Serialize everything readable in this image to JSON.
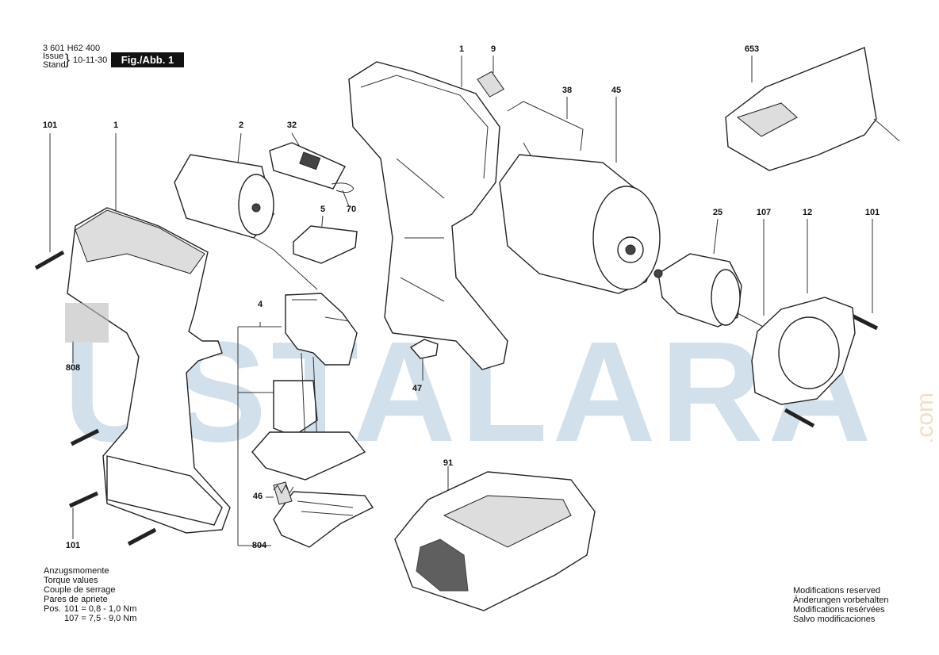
{
  "header": {
    "part_number": "3 601 H62 400",
    "issue_label": "Issue",
    "stand_label": "Stand",
    "date": "10-11-30",
    "figure": "Fig./Abb. 1"
  },
  "watermark": {
    "text": "USTALARA",
    "suffix": ".com"
  },
  "labels": {
    "l101a": "101",
    "l1a": "1",
    "l2": "2",
    "l32": "32",
    "l5": "5",
    "l70": "70",
    "l1b": "1",
    "l9": "9",
    "l38": "38",
    "l45": "45",
    "l653": "653",
    "l25": "25",
    "l107": "107",
    "l12": "12",
    "l101b": "101",
    "l808": "808",
    "l4": "4",
    "l47": "47",
    "l91": "91",
    "l46": "46",
    "l804": "804",
    "l101c": "101"
  },
  "torque": {
    "lines": [
      "Anzugsmomente",
      "Torque values",
      "Couple de serrage",
      "Pares de apriete"
    ],
    "pos_label": "Pos.",
    "row1": "101 =  0,8 - 1,0 Nm",
    "row2": "107 =  7,5 - 9,0 Nm"
  },
  "notice": {
    "lines": [
      "Modifications reserved",
      "Änderungen vorbehalten",
      "Modifications resérvées",
      "Salvo modificaciones"
    ]
  }
}
